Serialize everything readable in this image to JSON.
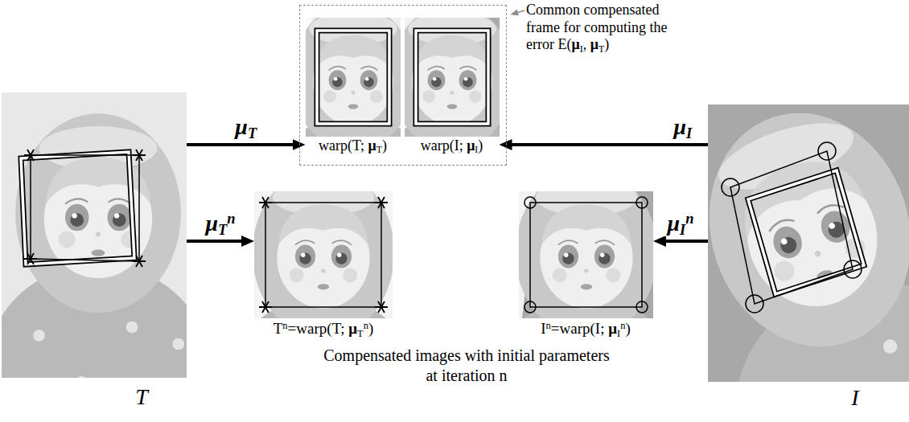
{
  "diagram": {
    "nodes": [
      {
        "text": [
          "T"
        ]
      },
      {
        "text": [
          "Common compensated frame for computing the error E(μI, μT)"
        ]
      },
      {
        "text": [
          "warp(T; μT)"
        ],
        "in": 1
      },
      {
        "text": [
          "warp(I; μI)"
        ],
        "in": 1
      },
      {
        "text": [
          "Tn=warp(T; μTn)"
        ]
      },
      {
        "text": [
          "In=warp(I; μIn)"
        ]
      },
      {
        "text": [
          "I"
        ]
      }
    ],
    "edges": [
      {
        "from": 0,
        "to": 2,
        "arrow": "to",
        "label": "μT"
      },
      {
        "from": 0,
        "to": 4,
        "arrow": "to",
        "label": "μTn"
      },
      {
        "from": 6,
        "to": 3,
        "arrow": "to",
        "label": "μI"
      },
      {
        "from": 6,
        "to": 5,
        "arrow": "to",
        "label": "μIn"
      }
    ],
    "labels": [
      "Compensated images with initial parameters at iteration n"
    ]
  }
}
